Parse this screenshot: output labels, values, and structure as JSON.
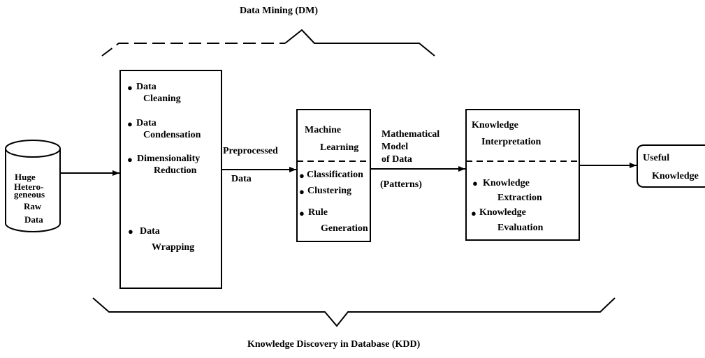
{
  "dm_title": "Data Mining (DM)",
  "kdd_title": "Knowledge Discovery in Database (KDD)",
  "raw_data": {
    "line1": "Huge",
    "line2": "Hetero-",
    "line3": "geneous",
    "line4": "Raw",
    "line5": "Data"
  },
  "preprocessing": {
    "item1_a": "Data",
    "item1_b": "Cleaning",
    "item2_a": "Data",
    "item2_b": "Condensation",
    "item3_a": "Dimensionality",
    "item3_b": "Reduction",
    "item4_a": "Data",
    "item4_b": "Wrapping"
  },
  "preprocessed_label": {
    "line1": "Preprocessed",
    "line2": "Data"
  },
  "machine_learning": {
    "title_a": "Machine",
    "title_b": "Learning",
    "item1": "Classification",
    "item2": "Clustering",
    "item3_a": "Rule",
    "item3_b": "Generation"
  },
  "model_label": {
    "line1": "Mathematical",
    "line2": "Model",
    "line3": "of Data",
    "line4": "(Patterns)"
  },
  "knowledge": {
    "title_a": "Knowledge",
    "title_b": "Interpretation",
    "item1_a": "Knowledge",
    "item1_b": "Extraction",
    "item2_a": "Knowledge",
    "item2_b": "Evaluation"
  },
  "useful": {
    "line1": "Useful",
    "line2": "Knowledge"
  }
}
